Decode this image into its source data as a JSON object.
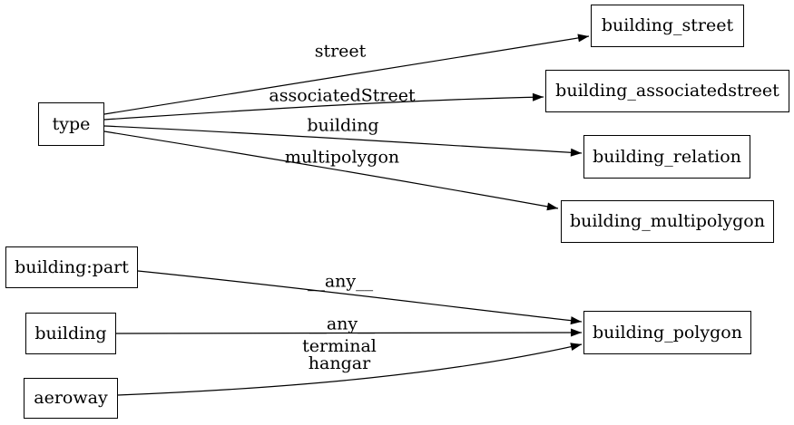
{
  "diagram": {
    "type": "directed-graph",
    "background_color": "#ffffff",
    "stroke_color": "#000000",
    "text_color": "#000000",
    "nodes": [
      {
        "id": "type",
        "label": "type"
      },
      {
        "id": "building_street",
        "label": "building_street"
      },
      {
        "id": "building_associatedstreet",
        "label": "building_associatedstreet"
      },
      {
        "id": "building_relation",
        "label": "building_relation"
      },
      {
        "id": "building_multipolygon",
        "label": "building_multipolygon"
      },
      {
        "id": "building:part",
        "label": "building:part"
      },
      {
        "id": "building",
        "label": "building"
      },
      {
        "id": "aeroway",
        "label": "aeroway"
      },
      {
        "id": "building_polygon",
        "label": "building_polygon"
      }
    ],
    "edges": [
      {
        "from": "type",
        "to": "building_street",
        "label": "street"
      },
      {
        "from": "type",
        "to": "building_associatedstreet",
        "label": "associatedStreet"
      },
      {
        "from": "type",
        "to": "building_relation",
        "label": "building"
      },
      {
        "from": "type",
        "to": "building_multipolygon",
        "label": "multipolygon"
      },
      {
        "from": "building:part",
        "to": "building_polygon",
        "label": "__any__"
      },
      {
        "from": "building",
        "to": "building_polygon",
        "label": "__any__"
      },
      {
        "from": "aeroway",
        "to": "building_polygon",
        "label": "terminal hangar",
        "label_lines": [
          "terminal",
          "hangar"
        ]
      }
    ]
  }
}
